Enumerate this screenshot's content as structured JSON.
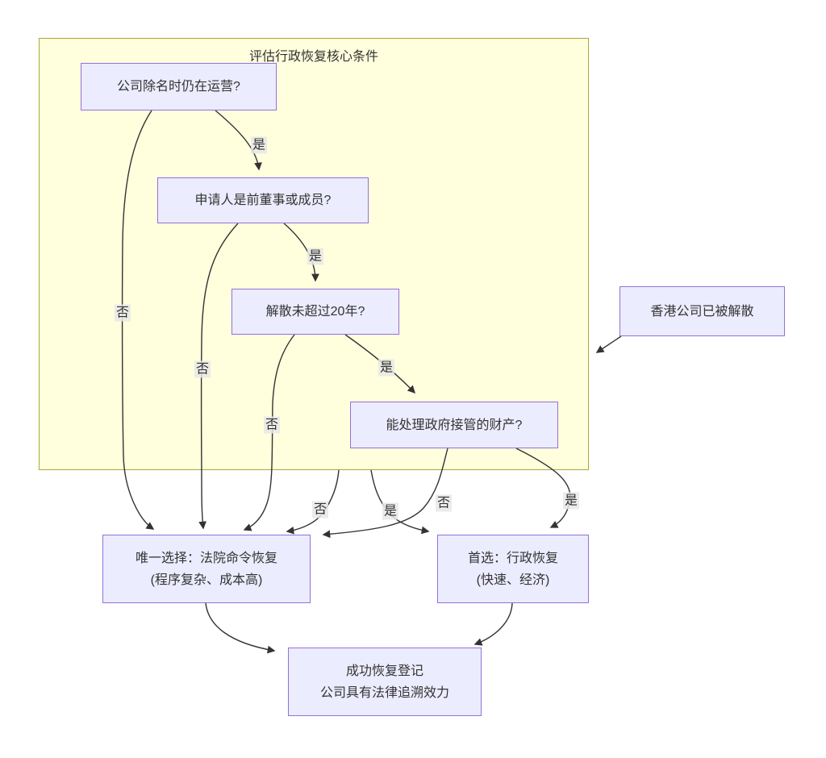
{
  "diagram": {
    "subgraph": {
      "title": "评估行政恢复核心条件"
    },
    "nodes": {
      "start": {
        "label": "香港公司已被解散"
      },
      "operating": {
        "label": "公司除名时仍在运营?"
      },
      "applicant": {
        "label": "申请人是前董事或成员?"
      },
      "years": {
        "label": "解散未超过20年?"
      },
      "property": {
        "label": "能处理政府接管的财产?"
      },
      "court": {
        "line1": "唯一选择：法院命令恢复",
        "line2": "(程序复杂、成本高)"
      },
      "admin": {
        "line1": "首选：行政恢复",
        "line2": "(快速、经济)"
      },
      "success": {
        "line1": "成功恢复登记",
        "line2": "公司具有法律追溯效力"
      }
    },
    "edge_labels": {
      "yes": "是",
      "no": "否"
    },
    "colors": {
      "node_fill": "#ECECFF",
      "node_border": "#9370DB",
      "subgraph_fill": "#FFFFDE",
      "subgraph_border": "#AAAA33",
      "edge_stroke": "#333333",
      "edge_label_bg": "#E8E8E8",
      "text": "#333333"
    }
  }
}
